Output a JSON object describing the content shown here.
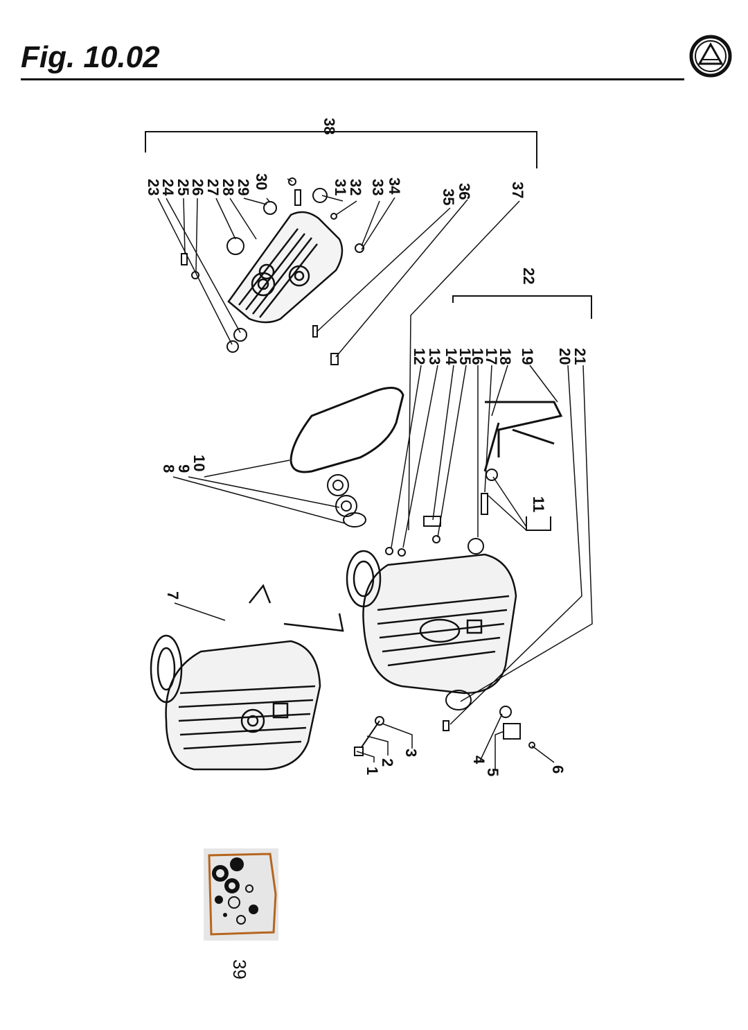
{
  "figure": {
    "title": "Fig. 10.02"
  },
  "logo": {
    "icon": "brand-emblem-icon"
  },
  "labels": {
    "l1": "1",
    "l2": "2",
    "l3": "3",
    "l4": "4",
    "l5": "5",
    "l6": "6",
    "l7": "7",
    "l8": "8",
    "l9": "9",
    "l10": "10",
    "l11": "11",
    "l12": "12",
    "l13": "13",
    "l14": "14",
    "l15": "15",
    "l16": "16",
    "l17": "17",
    "l18": "18",
    "l19": "19",
    "l20": "20",
    "l21": "21",
    "l22": "22",
    "l23": "23",
    "l24": "24",
    "l25": "25",
    "l26": "26",
    "l27": "27",
    "l28": "28",
    "l29": "29",
    "l30": "30",
    "l31": "31",
    "l32": "32",
    "l33": "33",
    "l34": "34",
    "l35": "35",
    "l36": "36",
    "l37": "37",
    "l38": "38",
    "l39": "39"
  },
  "colors": {
    "ink": "#111111",
    "gasket": "#b5651d"
  }
}
